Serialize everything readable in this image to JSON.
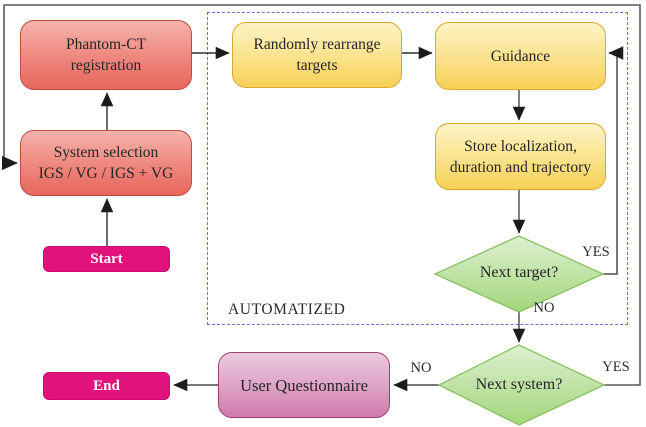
{
  "flowchart": {
    "region": {
      "label": "AUTOMATIZED"
    },
    "nodes": {
      "phantom_ct": {
        "line1": "Phantom-CT",
        "line2": "registration"
      },
      "system_selection": {
        "line1": "System selection",
        "line2": "IGS / VG / IGS + VG"
      },
      "start": {
        "label": "Start"
      },
      "end": {
        "label": "End"
      },
      "randomly_rearrange": {
        "line1": "Randomly rearrange",
        "line2": "targets"
      },
      "guidance": {
        "label": "Guidance"
      },
      "store_localization": {
        "line1": "Store localization,",
        "line2": "duration and trajectory"
      },
      "next_target": {
        "label": "Next target?"
      },
      "next_system": {
        "label": "Next system?"
      },
      "user_questionnaire": {
        "label": "User Questionnaire"
      }
    },
    "edge_labels": {
      "next_target_yes": "YES",
      "next_target_no": "NO",
      "next_system_yes": "YES",
      "next_system_no": "NO"
    },
    "colors": {
      "process_red_top": "#f6b3ab",
      "process_red_bottom": "#e8665c",
      "process_red_border": "#bf4a41",
      "auto_yellow_top": "#fdf3c5",
      "auto_yellow_bottom": "#f7d056",
      "auto_yellow_border": "#dba82f",
      "decision_green_top": "#ddf0d0",
      "decision_green_bottom": "#a3d67c",
      "decision_green_border": "#8cc063",
      "terminal_magenta": "#e2137d",
      "terminal_magenta_border": "#c50f6b",
      "questionnaire_pink_top": "#eccadf",
      "questionnaire_pink_bottom": "#cf7aad",
      "questionnaire_pink_border": "#99416f",
      "dashed_region_border": "#6f6fd8",
      "arrow": "#333333"
    }
  }
}
